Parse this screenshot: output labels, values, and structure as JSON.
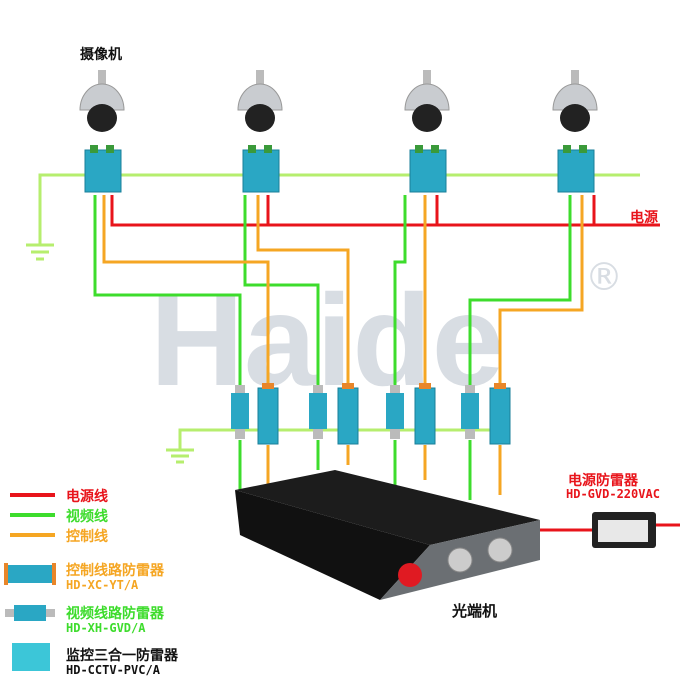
{
  "watermark": "Haide",
  "registered": "®",
  "camera_label": "摄像机",
  "power_label": "电源",
  "transceiver_label": "光端机",
  "power_protector": {
    "name": "电源防雷器",
    "model": "HD-GVD-220VAC"
  },
  "legend": {
    "lines": [
      {
        "label": "电源线",
        "color": "#e8141b"
      },
      {
        "label": "视频线",
        "color": "#3ddc2c"
      },
      {
        "label": "控制线",
        "color": "#f5a623"
      }
    ],
    "devices": [
      {
        "name": "控制线路防雷器",
        "model": "HD-XC-YT/A",
        "color": "#f5a623"
      },
      {
        "name": "视频线路防雷器",
        "model": "HD-XH-GVD/A",
        "color": "#3ddc2c"
      },
      {
        "name": "监控三合一防雷器",
        "model": "HD-CCTV-PVC/A",
        "color": "#111111"
      }
    ]
  },
  "colors": {
    "power": "#e8141b",
    "video": "#8fe84a",
    "control": "#f5a623",
    "device": "#2aa7c4"
  }
}
